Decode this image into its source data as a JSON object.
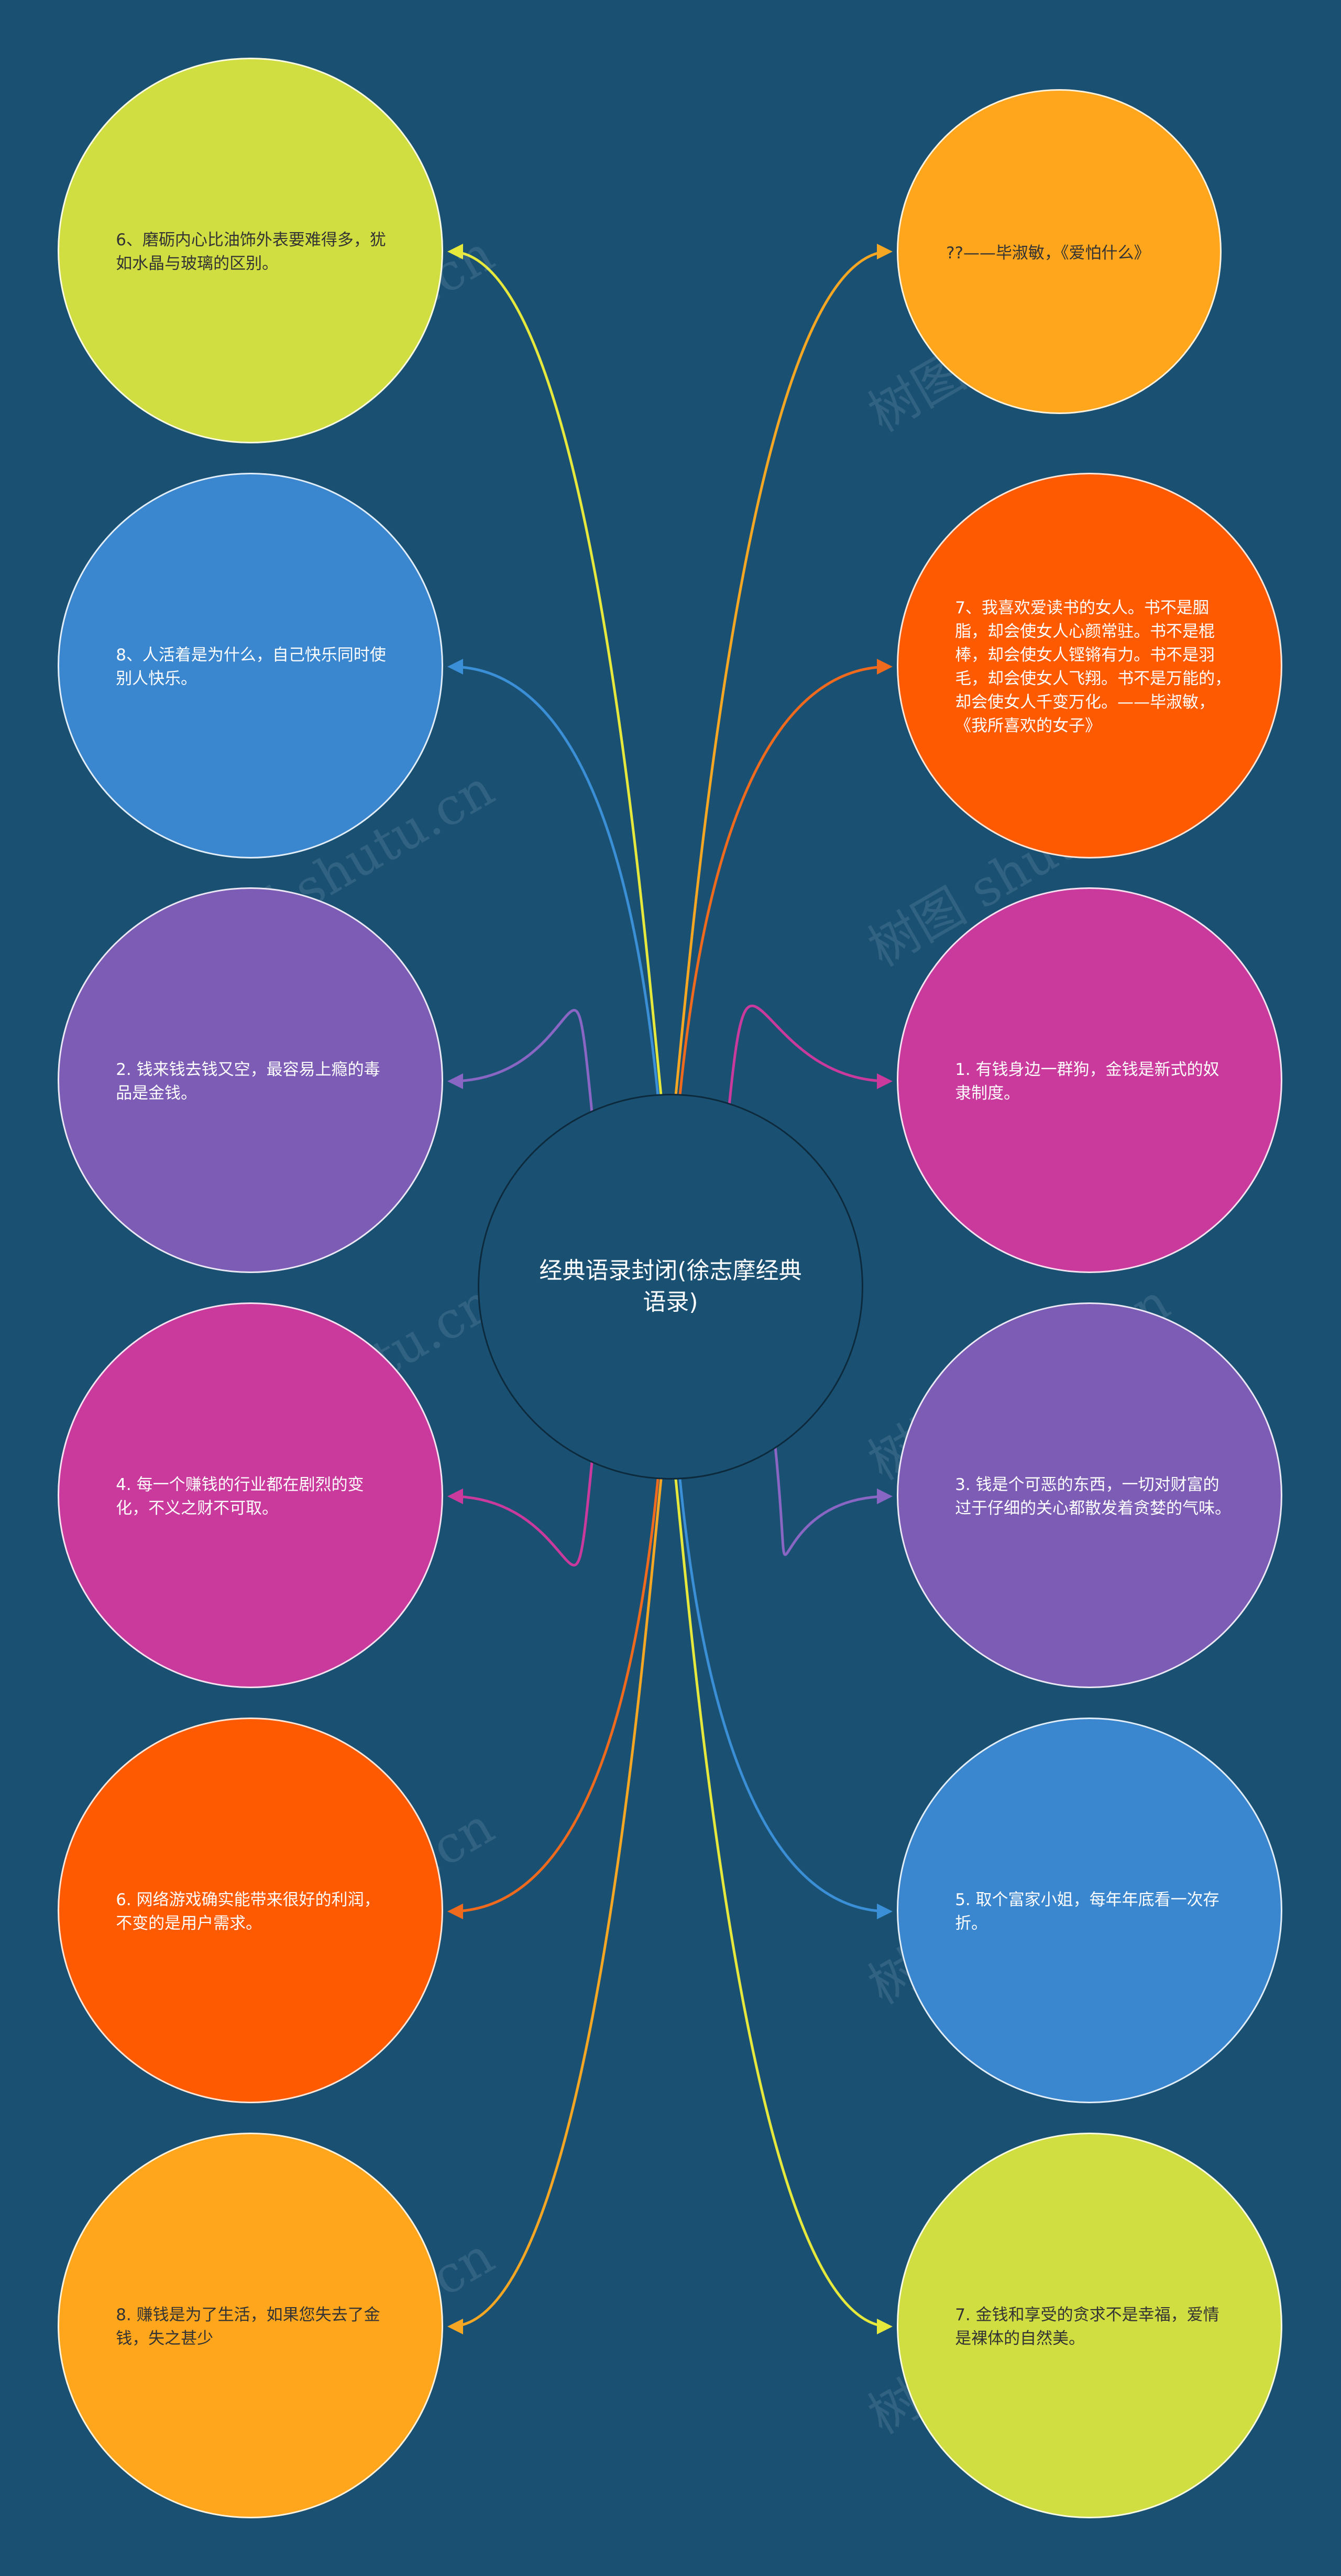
{
  "center": {
    "label": "经典语录封闭(徐志摩经典语录)"
  },
  "left_nodes": [
    {
      "text": "6、磨砺内心比油饰外表要难得多，犹如水晶与玻璃的区别。",
      "color": "#d0de41",
      "link_color": "#e7e83c",
      "text_color": "#333333"
    },
    {
      "text": "8、人活着是为什么，自己快乐同时使别人快乐。",
      "color": "#3a87cf",
      "link_color": "#3a8fd6",
      "text_color": "#ffffff"
    },
    {
      "text": "2. 钱来钱去钱又空，最容易上瘾的毒品是金钱。",
      "color": "#7c5cb5",
      "link_color": "#8a66c4",
      "text_color": "#ffffff"
    },
    {
      "text": "4. 每一个赚钱的行业都在剧烈的变化，不义之财不可取。",
      "color": "#c93a9c",
      "link_color": "#c93a9c",
      "text_color": "#ffffff"
    },
    {
      "text": "6. 网络游戏确实能带来很好的利润，不变的是用户需求。",
      "color": "#fe5a01",
      "link_color": "#f06a1e",
      "text_color": "#ffffff"
    },
    {
      "text": "8. 赚钱是为了生活，如果您失去了金钱，失之甚少",
      "color": "#ffa61c",
      "link_color": "#f5a623",
      "text_color": "#333333"
    }
  ],
  "right_nodes": [
    {
      "text": "??——毕淑敏，《爱怕什么》",
      "color": "#ffa61c",
      "link_color": "#f5a623",
      "text_color": "#333333"
    },
    {
      "text": "7、我喜欢爱读书的女人。书不是胭脂，却会使女人心颜常驻。书不是棍棒，却会使女人铿锵有力。书不是羽毛，却会使女人飞翔。书不是万能的，却会使女人千变万化。——毕淑敏，《我所喜欢的女子》",
      "color": "#fe5a01",
      "link_color": "#f06a1e",
      "text_color": "#ffffff"
    },
    {
      "text": "1. 有钱身边一群狗，金钱是新式的奴隶制度。",
      "color": "#c93a9c",
      "link_color": "#c93a9c",
      "text_color": "#ffffff"
    },
    {
      "text": "3. 钱是个可恶的东西，一切对财富的过于仔细的关心都散发着贪婪的气味。",
      "color": "#7c5cb5",
      "link_color": "#8a66c4",
      "text_color": "#ffffff"
    },
    {
      "text": "5. 取个富家小姐，每年年底看一次存折。",
      "color": "#3a87cf",
      "link_color": "#3a8fd6",
      "text_color": "#ffffff"
    },
    {
      "text": "7. 金钱和享受的贪求不是幸福，爱情是裸体的自然美。",
      "color": "#d0de41",
      "link_color": "#e7e83c",
      "text_color": "#333333"
    }
  ],
  "watermark": {
    "text": "树图 shutu.cn"
  }
}
